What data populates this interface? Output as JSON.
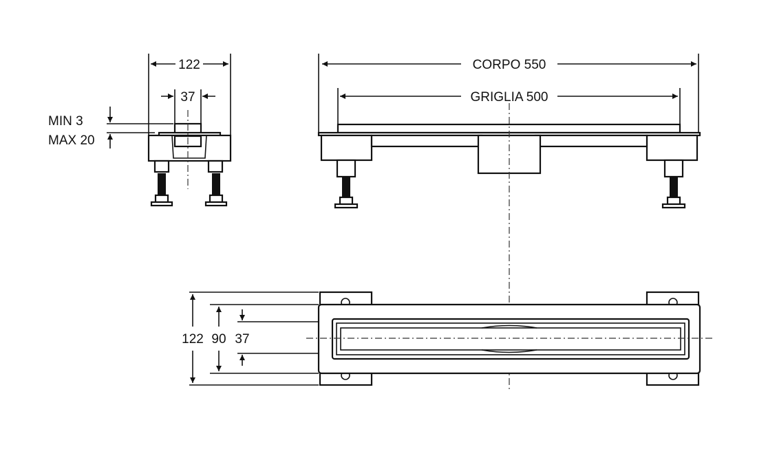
{
  "side_view": {
    "width_label": "122",
    "collar_label": "37",
    "min_label": "MIN 3",
    "max_label": "MAX 20"
  },
  "front_view": {
    "body_label": "CORPO 550",
    "grate_label": "GRIGLIA 500"
  },
  "top_view": {
    "outer_label": "122",
    "body_label": "90",
    "grate_label": "37"
  },
  "colors": {
    "line": "#111111",
    "background": "#ffffff"
  }
}
